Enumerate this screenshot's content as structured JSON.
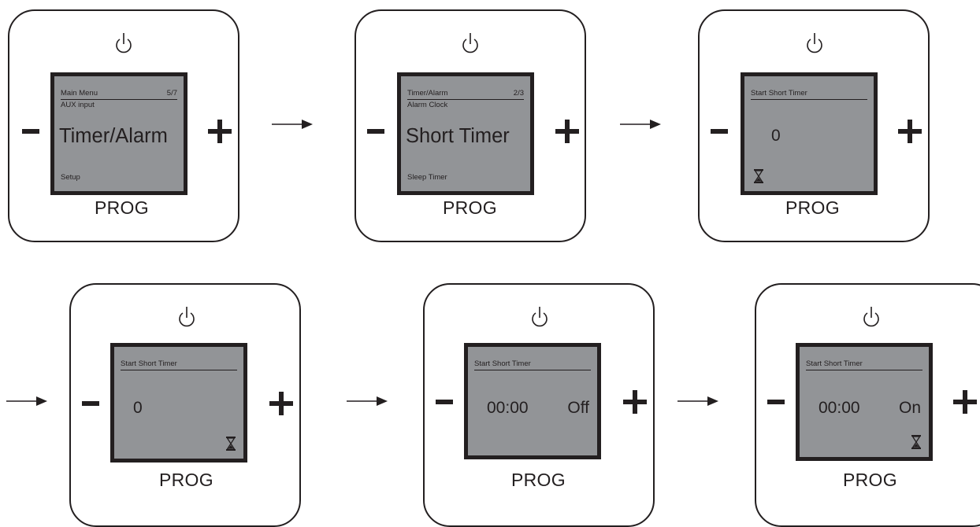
{
  "panels": [
    {
      "header_title": "Main Menu",
      "header_page": "5/7",
      "prev_item": "AUX input",
      "current_item": "Timer/Alarm",
      "next_item": "Setup",
      "prog_label": "PROG"
    },
    {
      "header_title": "Timer/Alarm",
      "header_page": "2/3",
      "prev_item": "Alarm Clock",
      "current_item": "Short Timer",
      "next_item": "Sleep Timer",
      "prog_label": "PROG"
    },
    {
      "header_title": "Start Short Timer",
      "value": "0",
      "hourglass_icon": "hourglass-icon",
      "prog_label": "PROG"
    },
    {
      "header_title": "Start Short Timer",
      "value": "0",
      "hourglass_icon": "hourglass-icon",
      "prog_label": "PROG"
    },
    {
      "header_title": "Start Short Timer",
      "time": "00:00",
      "state": "Off",
      "prog_label": "PROG"
    },
    {
      "header_title": "Start Short Timer",
      "time": "00:00",
      "state": "On",
      "hourglass_icon": "hourglass-icon",
      "prog_label": "PROG"
    }
  ],
  "icons": {
    "power": "power-icon",
    "minus": "minus-icon",
    "plus": "plus-icon",
    "arrow": "arrow-right-icon"
  },
  "colors": {
    "screen": "#929497",
    "ink": "#231f20"
  }
}
